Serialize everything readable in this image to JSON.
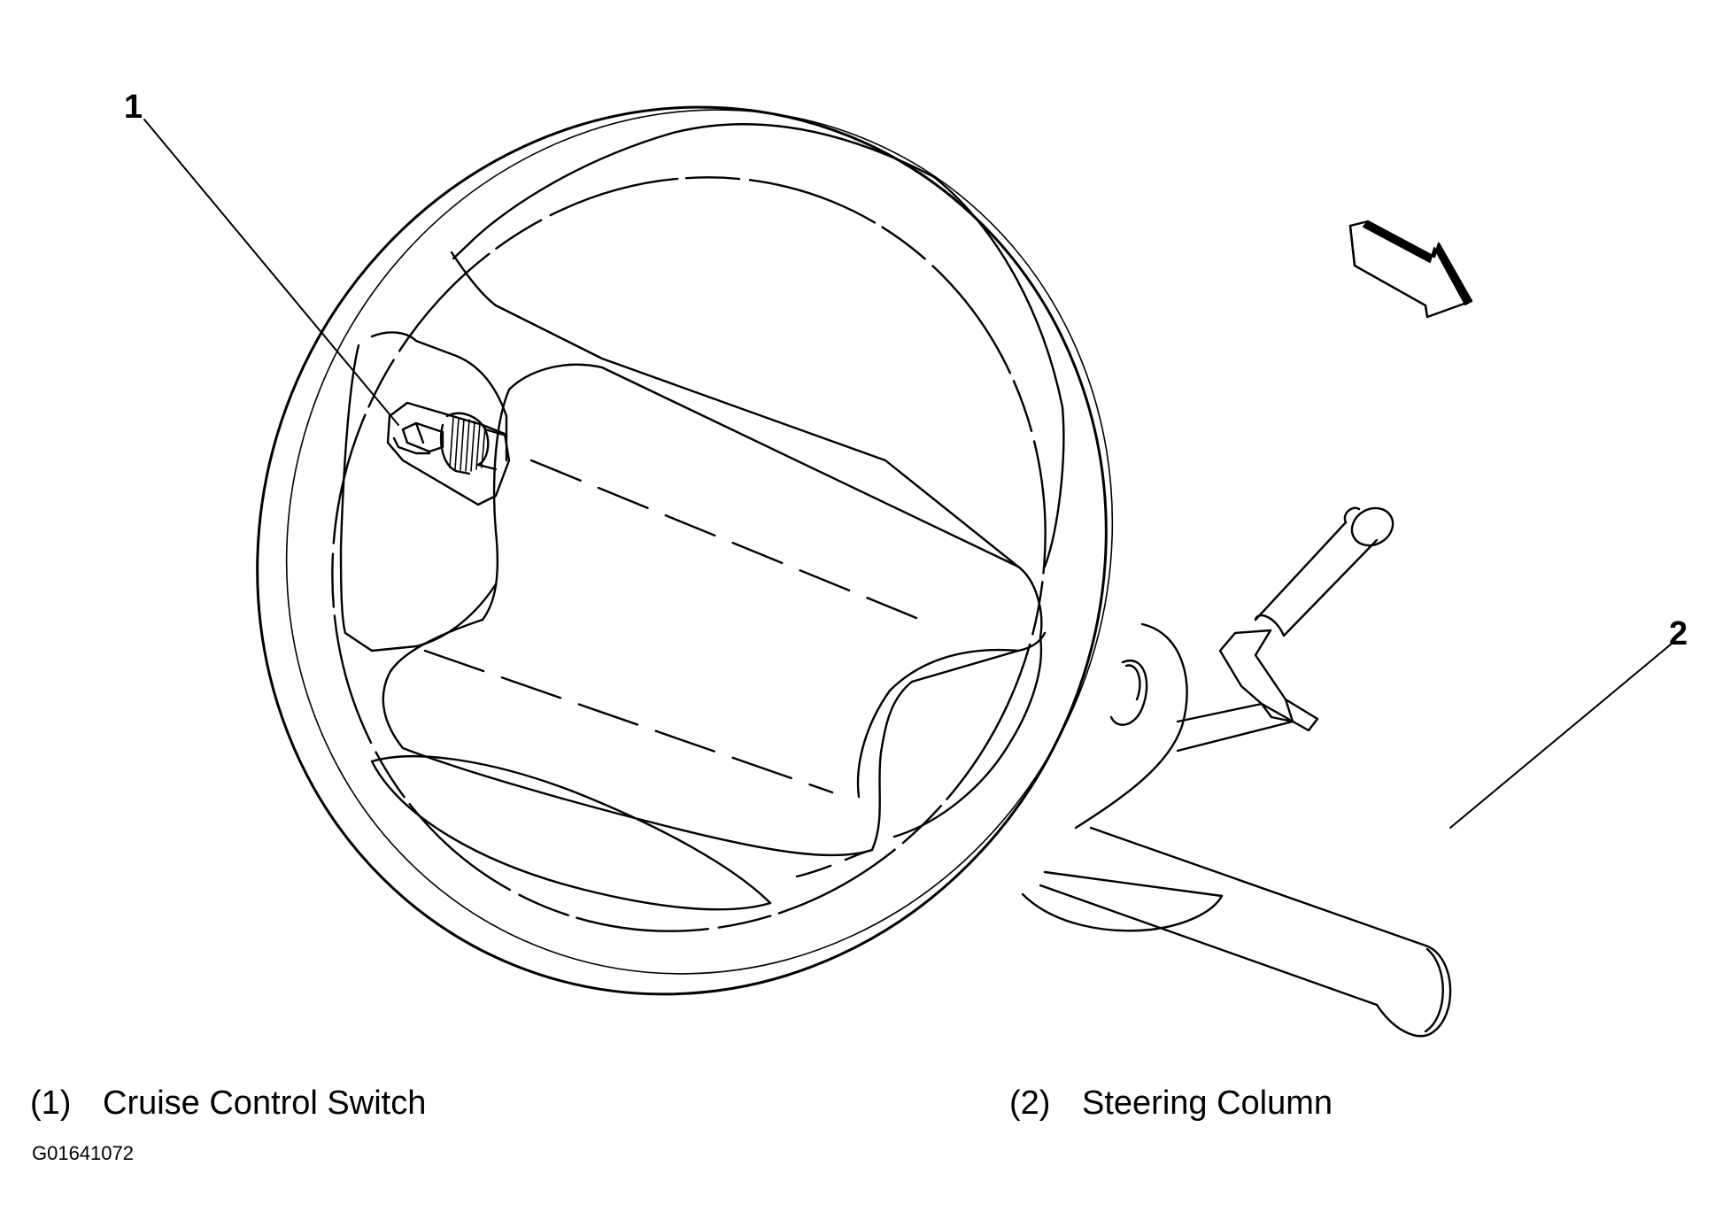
{
  "callouts": [
    {
      "number": "1",
      "label": "Cruise Control Switch"
    },
    {
      "number": "2",
      "label": "Steering Column"
    }
  ],
  "legend": [
    {
      "number": "(1)",
      "label": "Cruise Control Switch"
    },
    {
      "number": "(2)",
      "label": "Steering Column"
    }
  ],
  "figure_id": "G01641072"
}
